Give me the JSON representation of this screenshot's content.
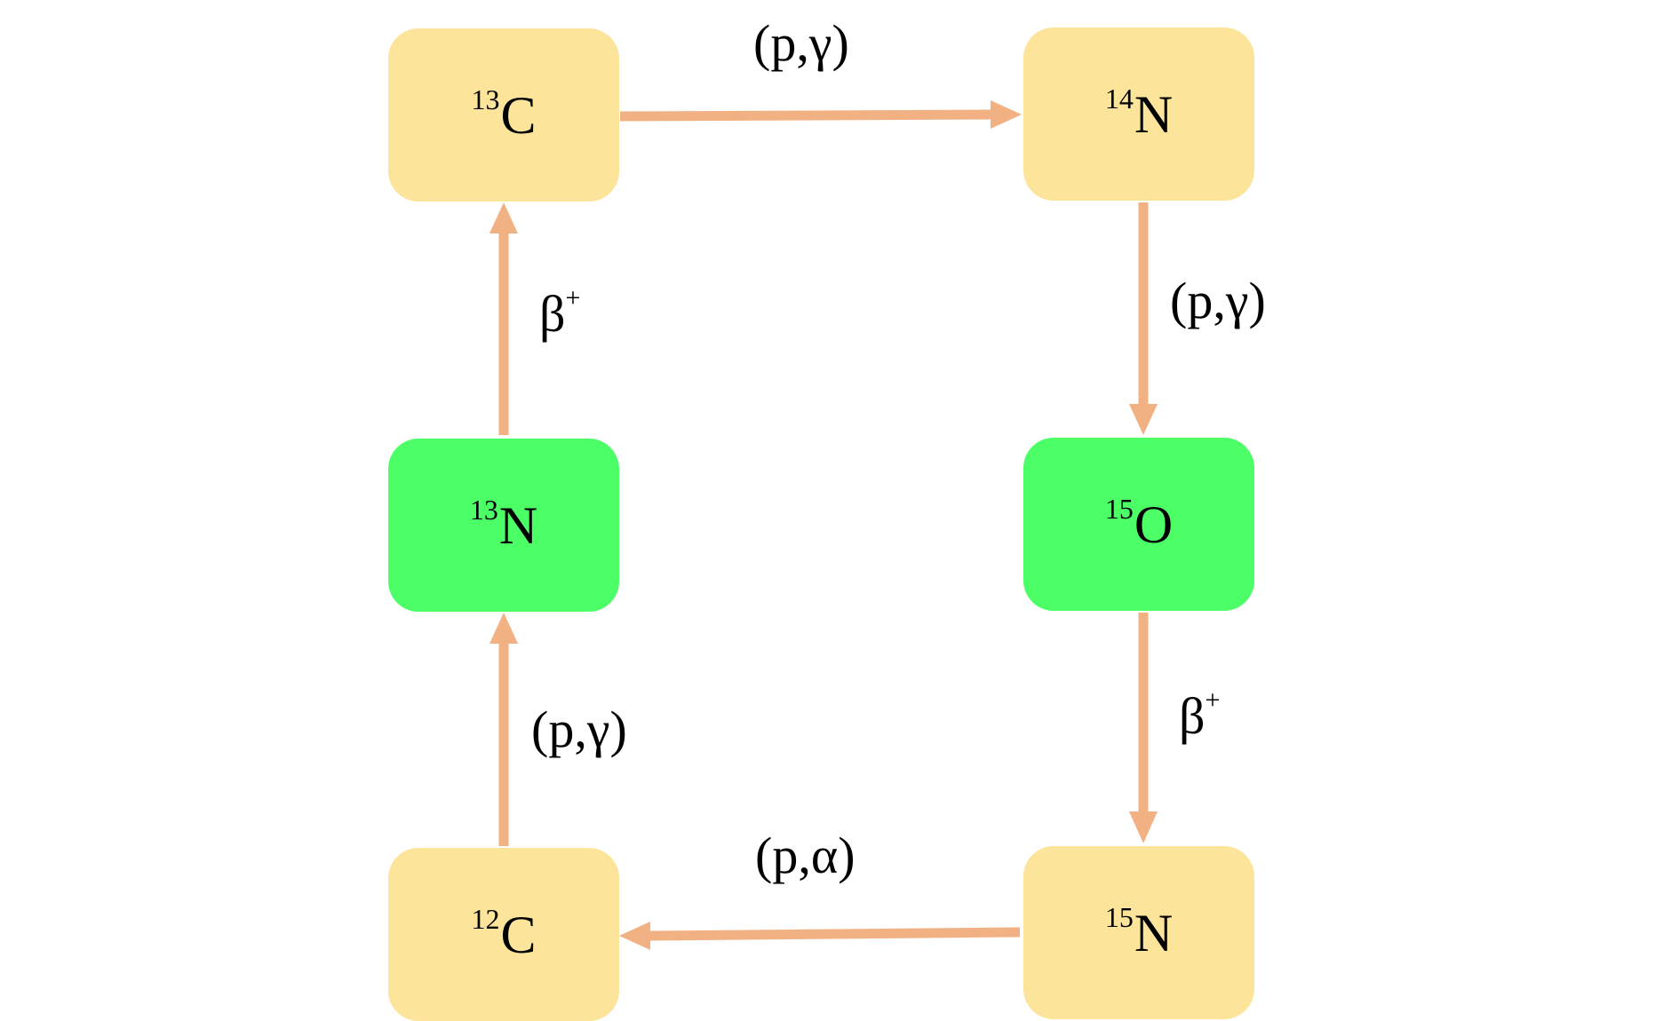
{
  "colors": {
    "stable_node": "#FDE49B",
    "unstable_node": "#4DFF67",
    "arrow": "#F2B183",
    "text": "#000000"
  },
  "nodes": {
    "c13": {
      "mass": "13",
      "element": "C"
    },
    "n14": {
      "mass": "14",
      "element": "N"
    },
    "n13": {
      "mass": "13",
      "element": "N"
    },
    "o15": {
      "mass": "15",
      "element": "O"
    },
    "c12": {
      "mass": "12",
      "element": "C"
    },
    "n15": {
      "mass": "15",
      "element": "N"
    }
  },
  "reactions": {
    "c13_to_n14": {
      "text": "(p,γ)"
    },
    "n14_to_o15": {
      "text": "(p,γ)"
    },
    "n13_to_c13": {
      "symbol": "β",
      "charge": "+"
    },
    "o15_to_n15": {
      "symbol": "β",
      "charge": "+"
    },
    "c12_to_n13": {
      "text": "(p,γ)"
    },
    "n15_to_c12": {
      "text": "(p,α)"
    }
  }
}
